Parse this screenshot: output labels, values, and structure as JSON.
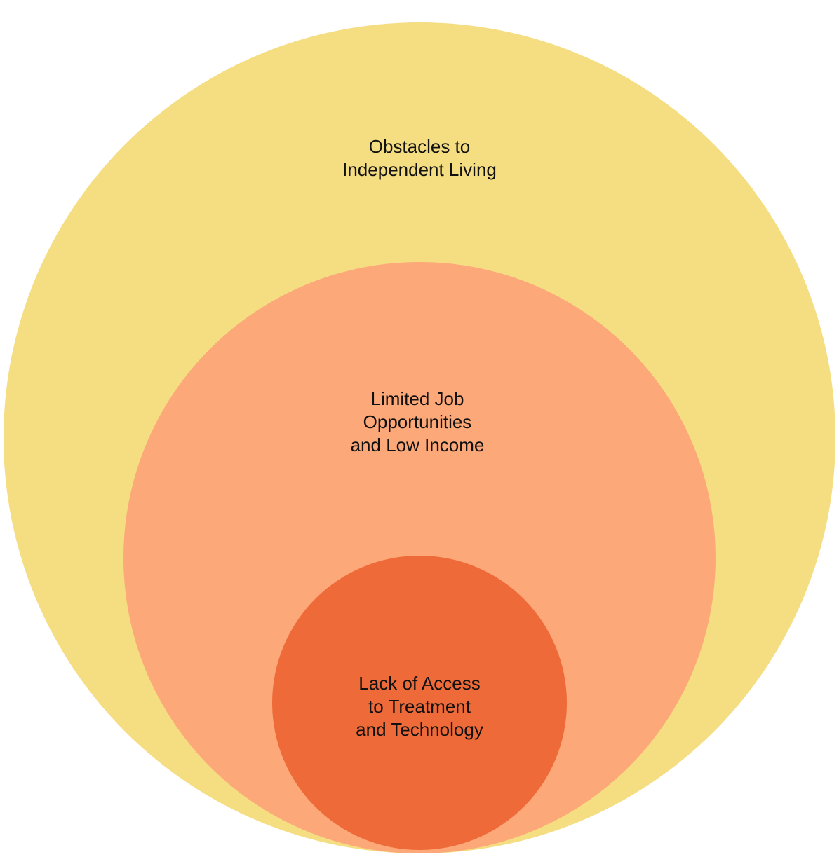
{
  "diagram": {
    "outer": {
      "lines": [
        "Obstacles to",
        "Independent Living"
      ],
      "color": "#F5DD82"
    },
    "middle": {
      "lines": [
        "Limited Job",
        "Opportunities",
        "and Low Income"
      ],
      "color": "#FCA878"
    },
    "inner": {
      "lines": [
        "Lack of Access",
        "to Treatment",
        "and Technology"
      ],
      "color": "#EF6A39"
    }
  }
}
